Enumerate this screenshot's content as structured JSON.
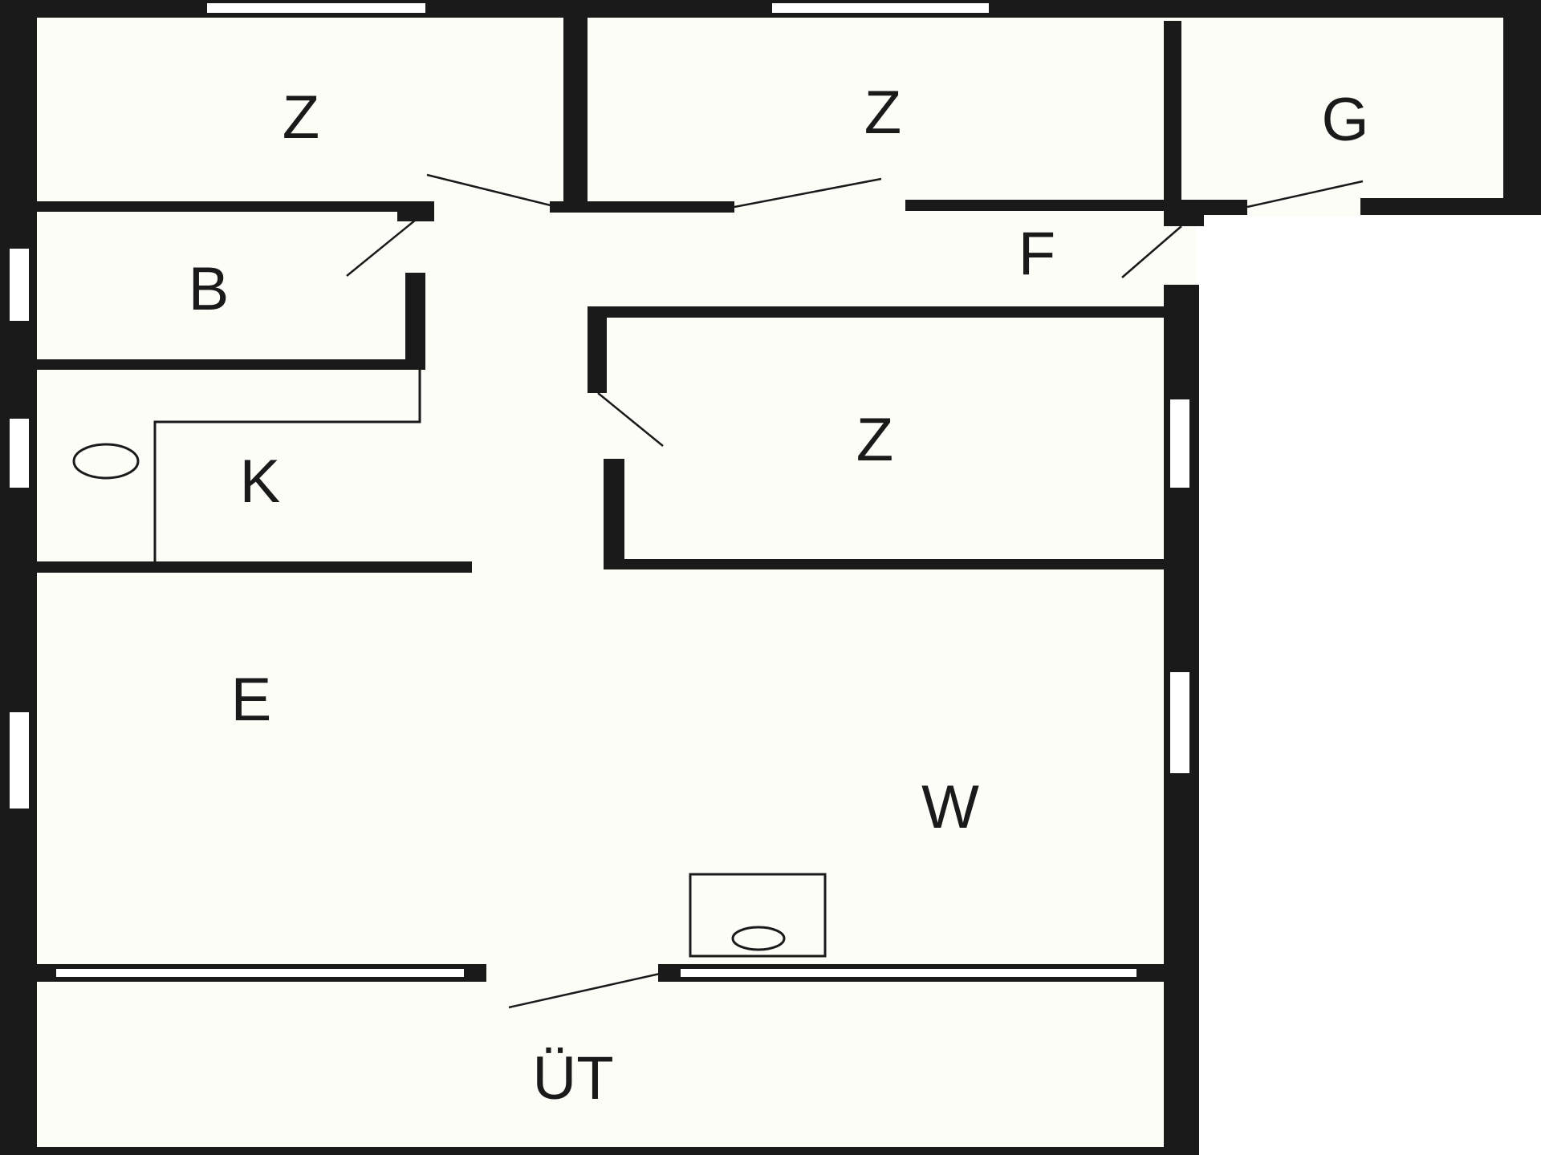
{
  "plan": {
    "rooms": [
      {
        "id": "bedroom-1",
        "label": "Z"
      },
      {
        "id": "bedroom-2",
        "label": "Z"
      },
      {
        "id": "room-g",
        "label": "G"
      },
      {
        "id": "room-b",
        "label": "B"
      },
      {
        "id": "room-f",
        "label": "F"
      },
      {
        "id": "bedroom-3",
        "label": "Z"
      },
      {
        "id": "kitchen",
        "label": "K"
      },
      {
        "id": "room-e",
        "label": "E"
      },
      {
        "id": "living-room",
        "label": "W"
      },
      {
        "id": "terrace",
        "label": "ÜT"
      }
    ],
    "colors": {
      "background": "#fdfdf8",
      "wall": "#1a1a1a",
      "window": "#ffffff"
    }
  }
}
